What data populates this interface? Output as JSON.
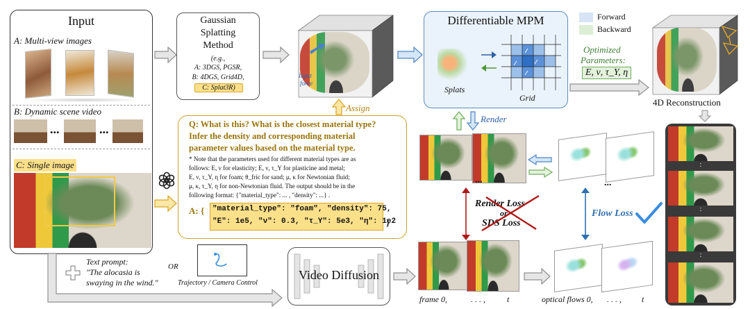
{
  "input": {
    "title": "Input",
    "a_label": "A: Multi-view images",
    "b_label": "B: Dynamic scene video",
    "c_label": "C: Single image",
    "ellipsis": "..."
  },
  "gaussian": {
    "title_l1": "Gaussian",
    "title_l2": "Splatting",
    "title_l3": "Method",
    "eg": "(e.g.,",
    "line_a": "A: 3DGS, PGSR,",
    "line_b": "B: 4DGS, Grid4D,",
    "line_c": "C: Splat3R)"
  },
  "scene": {
    "input_force_l1": "Input",
    "input_force_l2": "force",
    "assign": "Assign"
  },
  "mpm": {
    "title": "Differentiable MPM",
    "splats": "Splats",
    "grid": "Grid"
  },
  "legend": {
    "forward": "Forward",
    "backward": "Backward",
    "forward_color": "#d6e4f5",
    "backward_color": "#dcefd6"
  },
  "optimized": {
    "label_l1": "Optimized",
    "label_l2": "Parameters:",
    "params": "E, ν, τ_Y, η"
  },
  "recon": {
    "title": "4D Reconstruction",
    "dots": ":"
  },
  "render": {
    "label": "Render",
    "render_loss_l1": "Render Loss",
    "render_loss_l2": "or",
    "render_loss_l3": "SDS Loss",
    "flow_loss": "Flow Loss"
  },
  "query": {
    "q_l1": "Q: What is this? What is the closest material type?",
    "q_l2": "Infer the density and corresponding material",
    "q_l3": "parameter values based on the material type.",
    "note_l1": "* Note that the parameters used for different material types are as",
    "note_l2": "follows: E, ν for elasticity; E, ν, τ_Y for plasticine and metal;",
    "note_l3": "E, ν, τ_Y, η for foam; θ_fric for sand; μ, κ for Newtonian fluid;",
    "note_l4": "μ, κ, τ_Y, η for non-Newtonian fluid. The output should be in the",
    "note_l5": "following format: {\"material_type\": ... , \"density\": ...} .",
    "a_prefix": "A: {",
    "a_l1": "\"material_type\": \"foam\", \"density\": 75,",
    "a_l2": "\"E\": 1e5, \"ν\": 0.3, \"τ_Y\": 5e3, \"η\": 1e2",
    "a_suffix": "}"
  },
  "bottom": {
    "text_prompt_label": "Text prompt:",
    "text_prompt_l1": "\"The alocasia is",
    "text_prompt_l2": "swaying in the wind.\"",
    "or": "OR",
    "trajectory": "Trajectory / Camera Control",
    "video_diffusion": "Video Diffusion",
    "frame": "frame 0,",
    "dots": ". . . ,",
    "t": "t",
    "opt_flows": "optical flows 0,"
  },
  "colors": {
    "gold_border": "#c9a227",
    "gold_fill": "#fbe08a",
    "mpm_fill": "#eaf3fb",
    "mpm_border": "#5b8cc0",
    "loss_red": "#b01818",
    "flow_blue": "#2f6fb1",
    "check_blue": "#3a8de0"
  }
}
